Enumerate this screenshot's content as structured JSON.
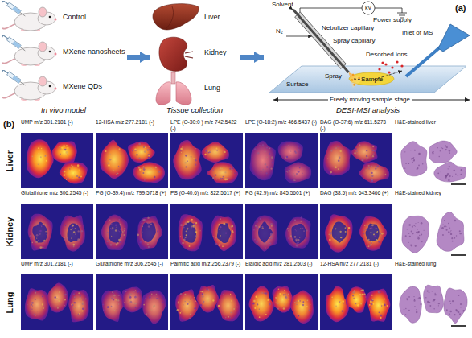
{
  "diagram": {
    "nodes": [
      {
        "text": [
          "In vivo model"
        ]
      },
      {
        "text": [
          "Control"
        ],
        "in": 0
      },
      {
        "text": [
          "MXene nanosheets"
        ],
        "in": 0
      },
      {
        "text": [
          "MXene QDs"
        ],
        "in": 0
      },
      {
        "text": [
          "Tissue collection"
        ]
      },
      {
        "text": [
          "Liver"
        ],
        "in": 4
      },
      {
        "text": [
          "Kidney"
        ],
        "in": 4
      },
      {
        "text": [
          "Lung"
        ],
        "in": 4
      },
      {
        "text": [
          "DESI-MSI analysis"
        ]
      },
      {
        "text": [
          "UMP m/z 301.2181 (-)"
        ]
      },
      {
        "text": [
          "12-HSA m/z 277.2181 (-)"
        ]
      },
      {
        "text": [
          "LPE (O-30:0 ) m/z 742.5422 (-)"
        ]
      },
      {
        "text": [
          "LPE (O-18:2) m/z 466.5437 (-)"
        ]
      },
      {
        "text": [
          "DAG (O-37:6) m/z 611.5273 (-)"
        ]
      },
      {
        "text": [
          "H&E-stained liver"
        ]
      },
      {
        "text": [
          "Glutathione m/z 306.2545 (-)"
        ]
      },
      {
        "text": [
          "PG (O-39:4) m/z 799.5718 (+)"
        ]
      },
      {
        "text": [
          "PS (O-40:6) m/z 822.5617 (+)"
        ]
      },
      {
        "text": [
          "PG (42:9) m/z 845.5601 (+)"
        ]
      },
      {
        "text": [
          "DAG (38:5) m/z 643.3466 (+)"
        ]
      },
      {
        "text": [
          "H&E-stained kidney"
        ]
      },
      {
        "text": [
          "UMP m/z 301.2181 (-)"
        ]
      },
      {
        "text": [
          "Glutathione m/z 306.2545 (-)"
        ]
      },
      {
        "text": [
          "Palmitic acid m/z 256.2379 (-)"
        ]
      },
      {
        "text": [
          "Elaidic acid m/z 281.2503 (-)"
        ]
      },
      {
        "text": [
          "12-HSA m/z 277.2181 (-)"
        ]
      },
      {
        "text": [
          "H&E-stained lung"
        ]
      }
    ],
    "edges": [
      {
        "from": 0,
        "to": 4,
        "arrow": "to"
      },
      {
        "from": 4,
        "to": 8,
        "arrow": "to"
      }
    ],
    "labels": [
      "(a)",
      "Solvent",
      "kV",
      "Power supply",
      "N₂",
      "Nebulizer capillary",
      "Spray capillary",
      "Desorbed ions",
      "Inlet of MS",
      "Spray",
      "Surface",
      "Sample",
      "Freely moving sample stage",
      "(b)",
      "Liver",
      "Kidney",
      "Lung"
    ]
  }
}
